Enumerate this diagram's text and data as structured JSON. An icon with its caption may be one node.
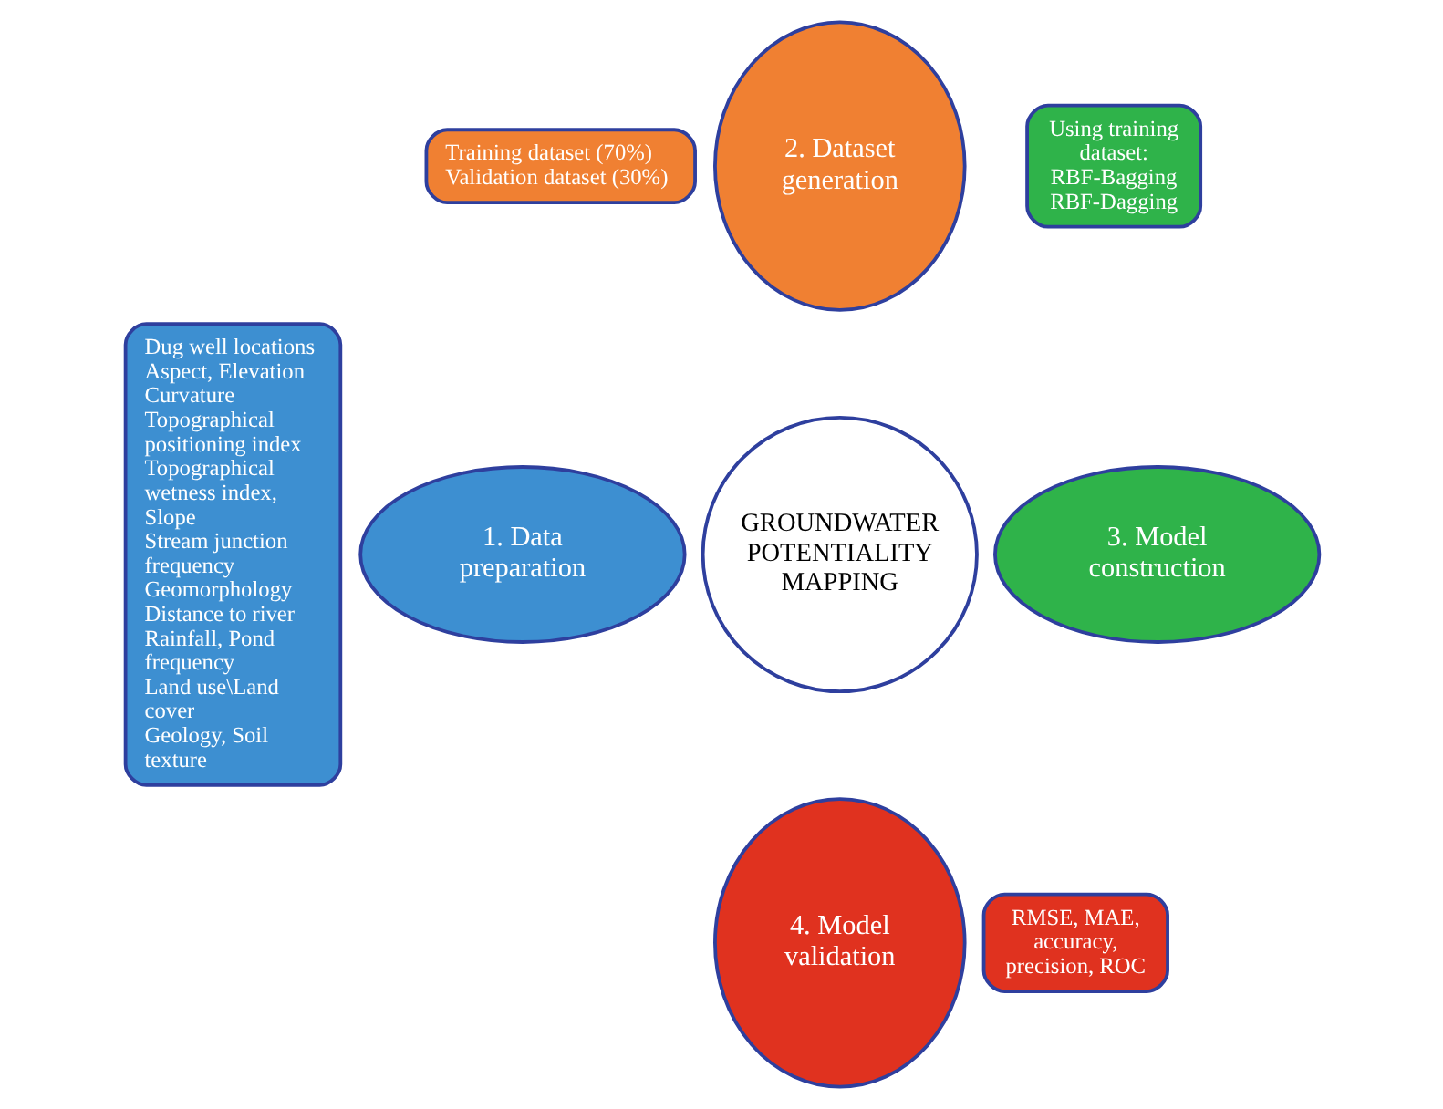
{
  "diagram": {
    "nodes": [
      {
        "text": [
          "GROUNDWATER POTENTIALITY MAPPING"
        ]
      },
      {
        "text": [
          "1. Data preparation"
        ]
      },
      {
        "text": [
          "2. Dataset generation"
        ]
      },
      {
        "text": [
          "3. Model construction"
        ]
      },
      {
        "text": [
          "4. Model validation"
        ]
      },
      {
        "text": [
          "Training dataset (70%)",
          "Validation dataset (30%)"
        ]
      },
      {
        "text": [
          "Using training dataset:",
          "RBF-Bagging",
          "RBF-Dagging"
        ]
      },
      {
        "text": [
          "Dug well locations",
          "Aspect, Elevation",
          "Curvature",
          "Topographical positioning index",
          "Topographical wetness index, Slope",
          "Stream junction frequency",
          "Geomorphology",
          "Distance to river",
          "Rainfall, Pond frequency",
          "Land use\\Land cover",
          "Geology, Soil texture"
        ]
      },
      {
        "text": [
          "RMSE, MAE, accuracy, precision, ROC"
        ]
      }
    ]
  }
}
